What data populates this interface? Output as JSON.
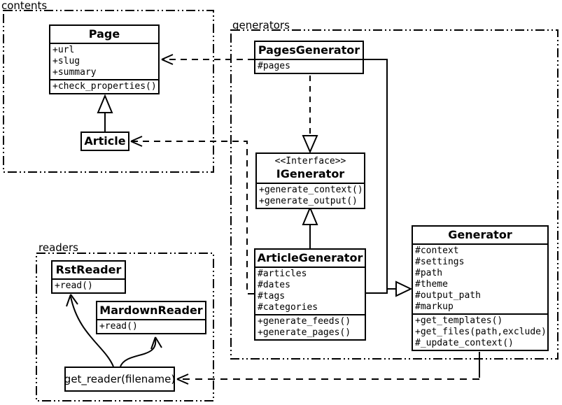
{
  "packages": {
    "contents": {
      "label": "contents"
    },
    "generators": {
      "label": "generators"
    },
    "readers": {
      "label": "readers"
    }
  },
  "classes": {
    "page": {
      "title": "Page",
      "attributes": [
        "+url",
        "+slug",
        "+summary"
      ],
      "methods": [
        "+check_properties()"
      ]
    },
    "article": {
      "title": "Article"
    },
    "pages_generator": {
      "title": "PagesGenerator",
      "attributes": [
        "#pages"
      ]
    },
    "igenerator": {
      "stereotype": "<<Interface>>",
      "title": "IGenerator",
      "methods": [
        "+generate_context()",
        "+generate_output()"
      ]
    },
    "article_generator": {
      "title": "ArticleGenerator",
      "attributes": [
        "#articles",
        "#dates",
        "#tags",
        "#categories"
      ],
      "methods": [
        "+generate_feeds()",
        "+generate_pages()"
      ]
    },
    "generator": {
      "title": "Generator",
      "attributes": [
        "#context",
        "#settings",
        "#path",
        "#theme",
        "#output_path",
        "#markup"
      ],
      "methods": [
        "+get_templates()",
        "+get_files(path,exclude)",
        "#_update_context()"
      ]
    },
    "rst_reader": {
      "title": "RstReader",
      "methods": [
        "+read()"
      ]
    },
    "mardown_reader": {
      "title": "MardownReader",
      "methods": [
        "+read()"
      ]
    },
    "get_reader": {
      "label": "get_reader(filename)"
    }
  },
  "colors": {
    "stroke": "#000000",
    "background": "#ffffff"
  }
}
